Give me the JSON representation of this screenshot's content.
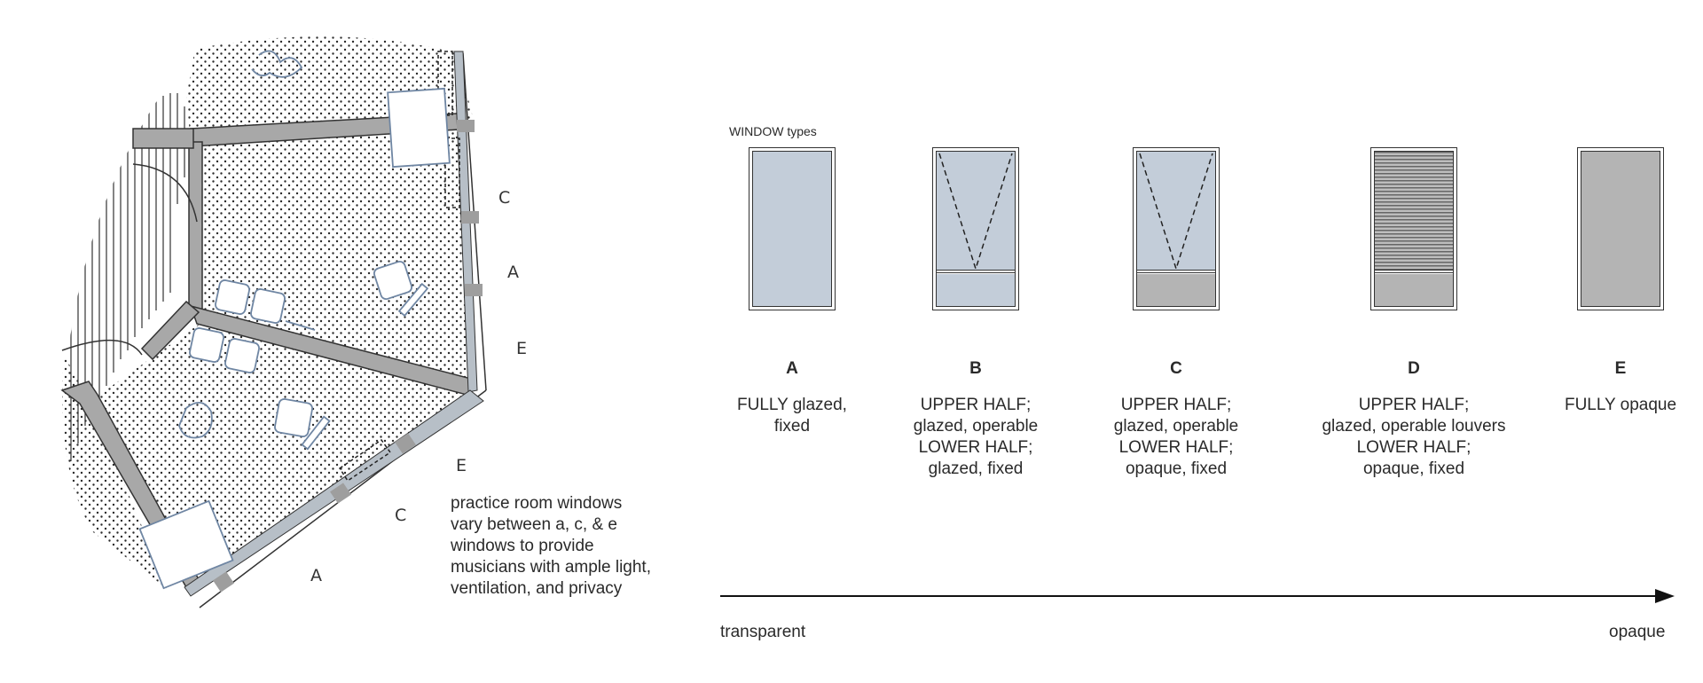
{
  "plan": {
    "elevation_labels": [
      "C",
      "A",
      "E",
      "E",
      "C",
      "A"
    ],
    "note_lines": [
      "practice room windows",
      "vary between a, c, & e",
      "windows to provide",
      "musicians with ample light,",
      "ventilation, and privacy"
    ]
  },
  "window_section": {
    "title": "WINDOW types",
    "types": [
      {
        "letter": "A",
        "desc": [
          "FULLY glazed,",
          "fixed"
        ]
      },
      {
        "letter": "B",
        "desc": [
          "UPPER HALF;",
          "glazed, operable",
          "LOWER HALF;",
          "glazed, fixed"
        ]
      },
      {
        "letter": "C",
        "desc": [
          "UPPER HALF;",
          "glazed, operable",
          "LOWER HALF;",
          "opaque, fixed"
        ]
      },
      {
        "letter": "D",
        "desc": [
          "UPPER HALF;",
          "glazed, operable louvers",
          "LOWER HALF;",
          "opaque, fixed"
        ]
      },
      {
        "letter": "E",
        "desc": [
          "FULLY opaque"
        ]
      }
    ]
  },
  "scale": {
    "left_label": "transparent",
    "right_label": "opaque"
  },
  "colors": {
    "glass": "#c3cdd9",
    "opaque": "#b4b4b4",
    "wall": "#a8a8a8",
    "furniture": "#6f86a3"
  }
}
